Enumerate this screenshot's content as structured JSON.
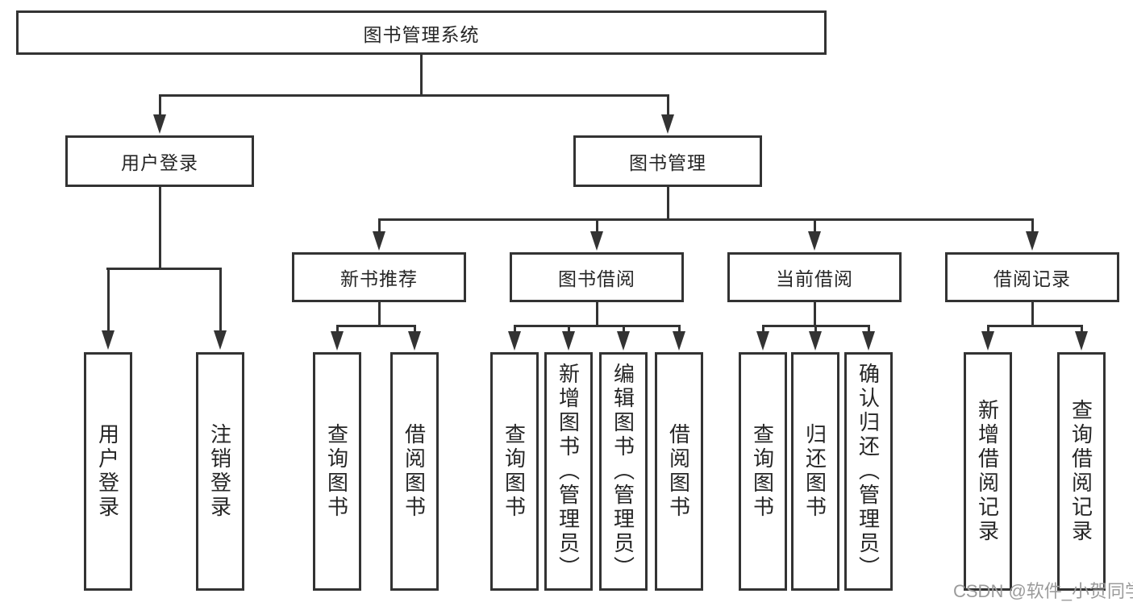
{
  "diagram": {
    "title": "图书管理系统",
    "root": "图书管理系统",
    "level2": {
      "user_login": "用户登录",
      "book_mgmt": "图书管理"
    },
    "level3": {
      "new_books": "新书推荐",
      "book_borrow": "图书借阅",
      "current_borrow": "当前借阅",
      "borrow_records": "借阅记录"
    },
    "leaves": {
      "user_login": [
        "用户登录",
        "注销登录"
      ],
      "new_books": [
        "查询图书",
        "借阅图书"
      ],
      "book_borrow": [
        "查询图书",
        "新增图书（管理员）",
        "编辑图书（管理员）",
        "借阅图书"
      ],
      "current_borrow": [
        "查询图书",
        "归还图书",
        "确认归还（管理员）"
      ],
      "borrow_records": [
        "新增借阅记录",
        "查询借阅记录"
      ]
    }
  },
  "watermark": "CSDN @软件_小贺同学",
  "colors": {
    "line": "#333333",
    "box_border": "#333333",
    "text": "#262626",
    "watermark": "#9b9b9b",
    "background": "#ffffff"
  }
}
